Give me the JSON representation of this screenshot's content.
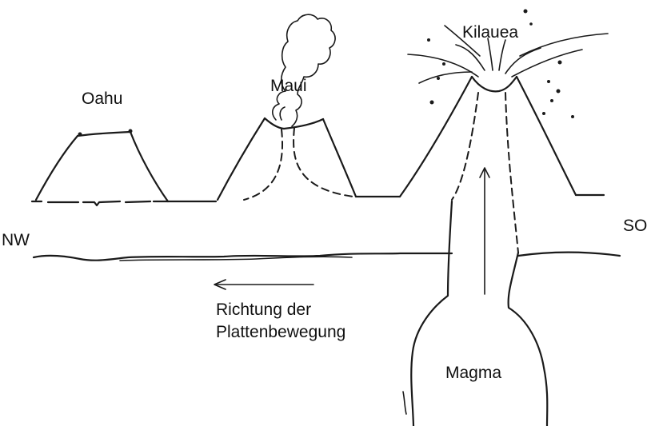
{
  "volcanoes": {
    "oahu": "Oahu",
    "maui": "Maui",
    "kilauea": "Kilauea"
  },
  "directions": {
    "west": "NW",
    "east": "SO"
  },
  "plate_motion": {
    "line1": "Richtung der",
    "line2": "Plattenbewegung"
  },
  "magma_label": "Magma",
  "colors": {
    "ink": "#1a1a1a",
    "background": "#ffffff"
  }
}
